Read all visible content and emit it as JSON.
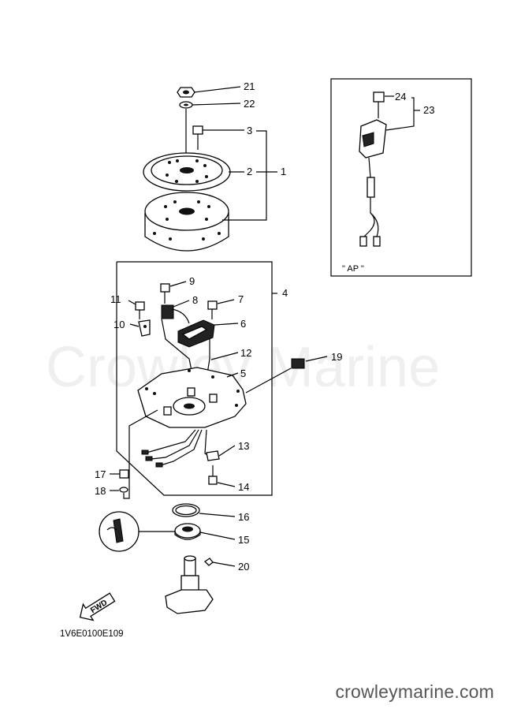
{
  "diagram_code": "1V6E0100E109",
  "watermark": "Crowley Marine",
  "website": "crowleymarine.com",
  "inset_label": "\" AP \"",
  "fwd_label": "FWD",
  "callouts": {
    "c1": "1",
    "c2": "2",
    "c3": "3",
    "c4": "4",
    "c5": "5",
    "c6": "6",
    "c7": "7",
    "c8": "8",
    "c9": "9",
    "c10": "10",
    "c11": "11",
    "c12": "12",
    "c13": "13",
    "c14": "14",
    "c15": "15",
    "c16": "16",
    "c17": "17",
    "c18": "18",
    "c19": "19",
    "c20": "20",
    "c21": "21",
    "c22": "22",
    "c23": "23",
    "c24": "24"
  }
}
